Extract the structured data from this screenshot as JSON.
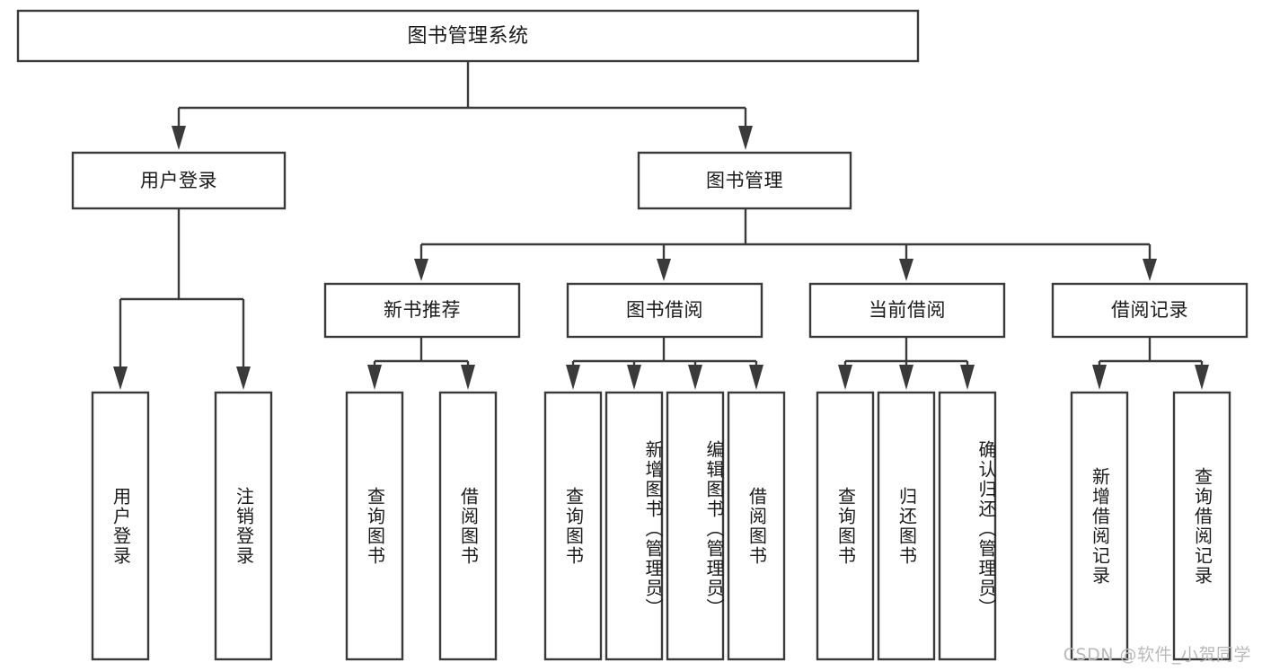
{
  "diagram": {
    "type": "tree-hierarchy",
    "orientation": "top-down",
    "title": "图书管理系统",
    "colors": {
      "box_stroke": "#3a3a3a",
      "box_fill": "#ffffff",
      "connector": "#3a3a3a",
      "text": "#1a1a1a",
      "watermark": "#b9b9b9",
      "background": "#ffffff"
    },
    "root": {
      "label": "图书管理系统"
    },
    "level2": [
      {
        "label": "用户登录"
      },
      {
        "label": "图书管理"
      }
    ],
    "level3": [
      {
        "label": "新书推荐"
      },
      {
        "label": "图书借阅"
      },
      {
        "label": "当前借阅"
      },
      {
        "label": "借阅记录"
      }
    ],
    "leaves": {
      "user_login": [
        {
          "label": "用户登录"
        },
        {
          "label": "注销登录"
        }
      ],
      "new_book_recommend": [
        {
          "label": "查询图书"
        },
        {
          "label": "借阅图书"
        }
      ],
      "book_borrow": [
        {
          "label": "查询图书"
        },
        {
          "label": "新增图书（管理员）"
        },
        {
          "label": "编辑图书（管理员）"
        },
        {
          "label": "借阅图书"
        }
      ],
      "current_borrow": [
        {
          "label": "查询图书"
        },
        {
          "label": "归还图书"
        },
        {
          "label": "确认归还（管理员）"
        }
      ],
      "borrow_record": [
        {
          "label": "新增借阅记录"
        },
        {
          "label": "查询借阅记录"
        }
      ]
    },
    "watermark": "CSDN @软件_小贺同学"
  }
}
